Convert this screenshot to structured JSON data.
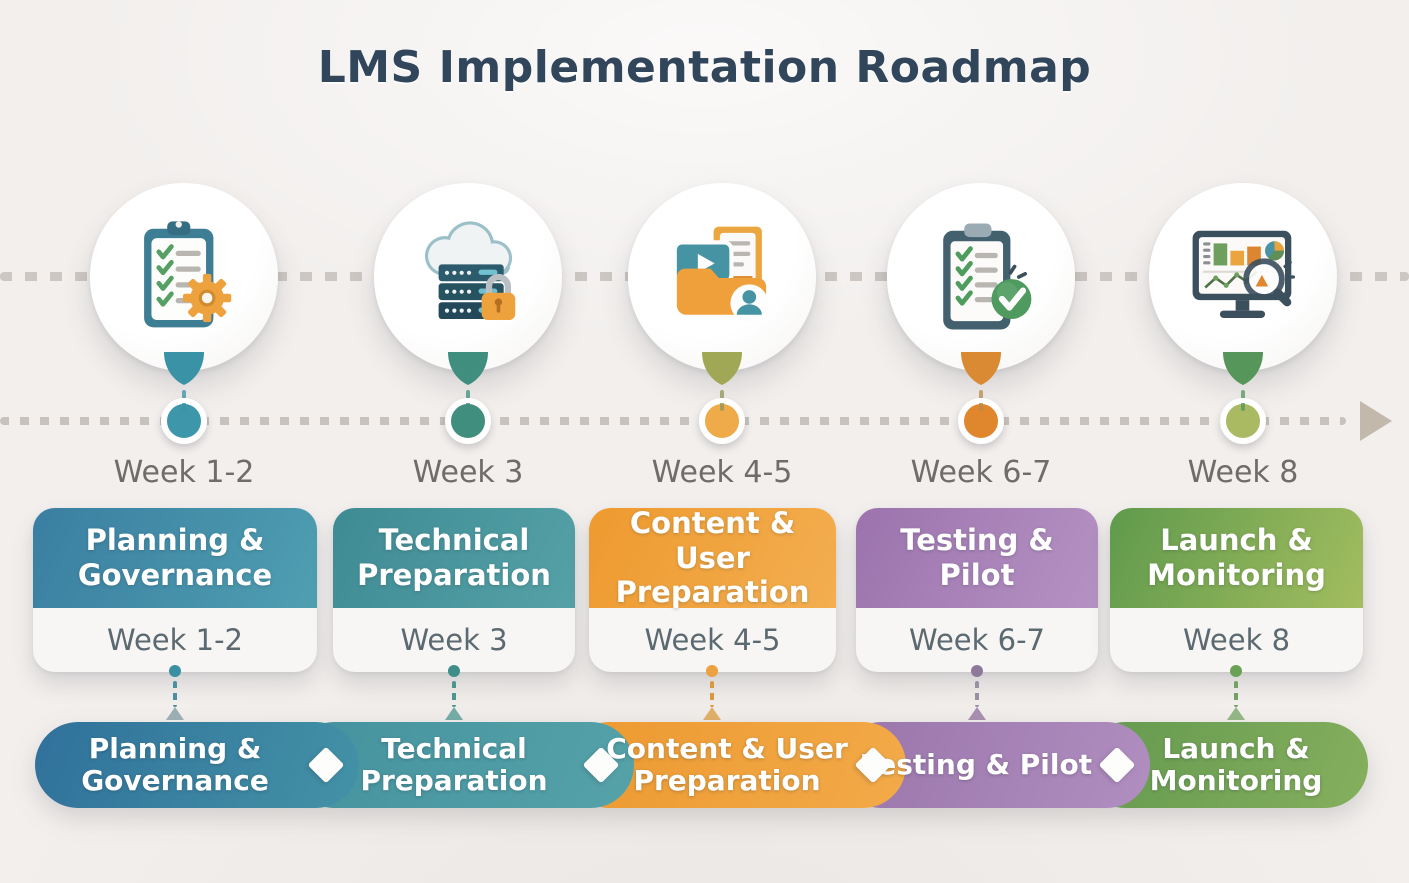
{
  "title": "LMS Implementation Roadmap",
  "timeline": {
    "direction": "left-to-right",
    "arrow_color": "#c2b9ac",
    "line_color": "#c7c2bd"
  },
  "phases": [
    {
      "title": "Planning & Governance",
      "week": "Week 1-2",
      "icon": "clipboard-gear-icon",
      "dot_color": "#3e96ab",
      "teardrop_color": "#3a92a6",
      "card_header_color": "#4590a9",
      "band_color": "#36789f"
    },
    {
      "title": "Technical Preparation",
      "week": "Week 3",
      "icon": "cloud-server-lock-icon",
      "dot_color": "#3f8e7e",
      "teardrop_color": "#3f8e7e",
      "card_header_color": "#4a969e",
      "band_color": "#4b98a2"
    },
    {
      "title": "Content & User Preparation",
      "week": "Week 4-5",
      "icon": "media-folder-user-icon",
      "dot_color": "#efaa4a",
      "teardrop_color": "#a0a855",
      "card_header_color": "#f0a23d",
      "band_color": "#ef9d35"
    },
    {
      "title": "Testing & Pilot",
      "week": "Week 6-7",
      "icon": "checklist-approved-icon",
      "dot_color": "#e0862d",
      "teardrop_color": "#d98a33",
      "card_header_color": "#a882b8",
      "band_color": "#9d79ae"
    },
    {
      "title": "Launch & Monitoring",
      "week": "Week 8",
      "icon": "analytics-monitor-icon",
      "dot_color": "#a9ba62",
      "teardrop_color": "#56965a",
      "card_header_color": "#7aa85a",
      "band_color": "#6ba155"
    }
  ]
}
